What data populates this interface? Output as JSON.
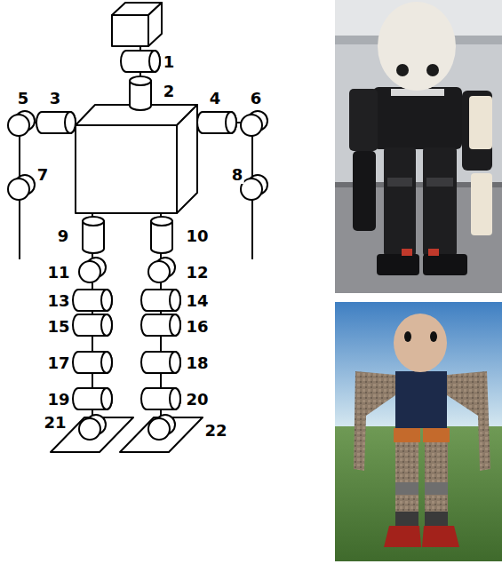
{
  "diagram": {
    "labels": [
      "1",
      "2",
      "5",
      "3",
      "4",
      "6",
      "7",
      "8",
      "9",
      "10",
      "11",
      "12",
      "13",
      "14",
      "15",
      "16",
      "17",
      "18",
      "19",
      "20",
      "21",
      "22"
    ]
  }
}
